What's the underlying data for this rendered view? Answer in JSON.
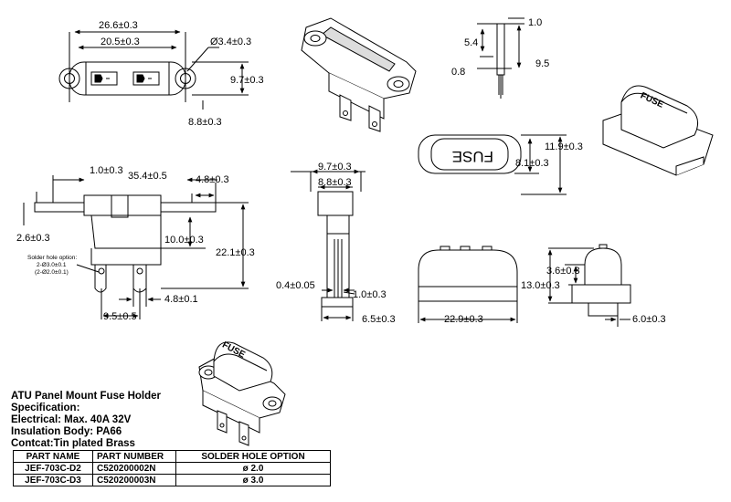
{
  "title": "ATU Panel Mount Fuse Holder",
  "spec_lines": [
    "Specification:",
    "Electrical: Max. 40A  32V",
    "Insulation Body: PA66",
    "Contcat:Tin plated Brass"
  ],
  "table": {
    "headers": [
      "PART NAME",
      "PART NUMBER",
      "SOLDER HOLE OPTION"
    ],
    "rows": [
      [
        "JEF-703C-D2",
        "C520200002N",
        "ø 2.0"
      ],
      [
        "JEF-703C-D3",
        "C520200003N",
        "ø 3.0"
      ]
    ]
  },
  "fuse_label": "FUSE",
  "solder_note": [
    "Solder hole option:",
    "2-Ø3.0±0.1",
    "(2-Ø2.0±0.1)"
  ],
  "dimensions": {
    "top_overall": "26.6±0.3",
    "top_holes": "20.5±0.3",
    "top_hole_dia": "Ø3.4±0.3",
    "top_height": "9.7±0.3",
    "top_flange": "8.8±0.3",
    "term_1_0": "1.0",
    "term_5_4": "5.4",
    "term_0_8": "0.8",
    "term_9_5": "9.5",
    "cap_11_9": "11.9±0.3",
    "cap_8_1": "8.1±0.3",
    "side_1_0": "1.0±0.3",
    "side_35_4": "35.4±0.5",
    "side_4_8_top": "4.8±0.3",
    "side_2_6": "2.6±0.3",
    "side_10_0": "10.0±0.3",
    "side_22_1": "22.1±0.3",
    "side_4_8_bot": "4.8±0.1",
    "side_9_5": "9.5±0.5",
    "end_9_7": "9.7±0.3",
    "end_8_8": "8.8±0.3",
    "end_0_4": "0.4±0.05",
    "end_1_0": "1.0±0.3",
    "end_6_5": "6.5±0.3",
    "cap_22_9": "22.9±0.3",
    "cap_13_0": "13.0±0.3",
    "cap_3_6": "3.6±0.3",
    "cap_6_0": "6.0±0.3"
  }
}
